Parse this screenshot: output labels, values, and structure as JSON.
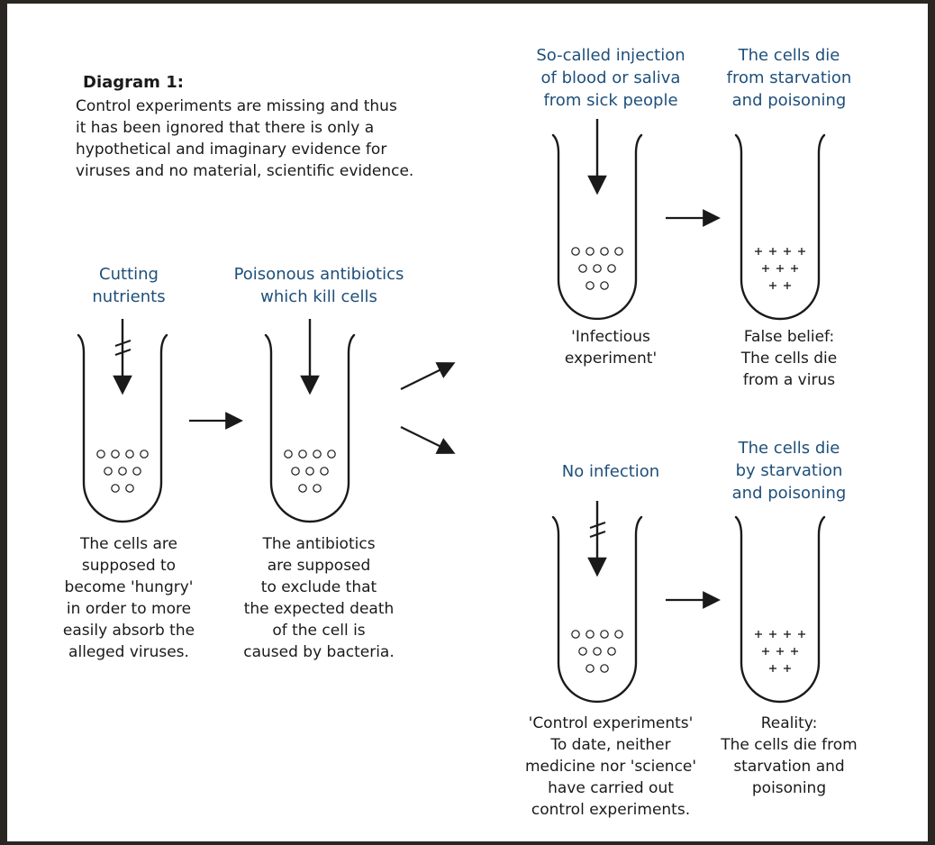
{
  "heading": "Diagram 1:",
  "intro": "Control experiments are missing and thus\nit has been ignored that there is only a\nhypothetical and imaginary evidence for\nviruses and no material, scientific evidence.",
  "tubes": {
    "cutting": {
      "label": "Cutting\nnutrients",
      "caption": "The cells are\nsupposed to\nbecome 'hungry'\nin order to more\neasily absorb the\nalleged viruses."
    },
    "antibiotics": {
      "label": "Poisonous antibiotics\nwhich kill cells",
      "caption": "The antibiotics\nare supposed\nto exclude that\nthe expected death\nof the cell is\ncaused by bacteria."
    },
    "infection": {
      "label": "So-called injection\nof blood or saliva\nfrom sick people",
      "caption": "'Infectious\nexperiment'"
    },
    "infection_result": {
      "label": "The cells die\nfrom starvation\nand poisoning",
      "caption": "False belief:\nThe cells die\nfrom a virus"
    },
    "control": {
      "label": "No infection",
      "caption": "'Control experiments'\nTo date, neither\nmedicine nor 'science'\nhave carried out\ncontrol experiments."
    },
    "control_result": {
      "label": "The cells die\nby starvation\nand poisoning",
      "caption": "Reality:\nThe cells die from\nstarvation and\npoisoning"
    }
  },
  "colors": {
    "label_blue": "#1f4f7a",
    "ink": "#1a1a1a",
    "frame": "#2a2622"
  },
  "symbols": {
    "live_cell": "o",
    "dead_cell": "+"
  }
}
